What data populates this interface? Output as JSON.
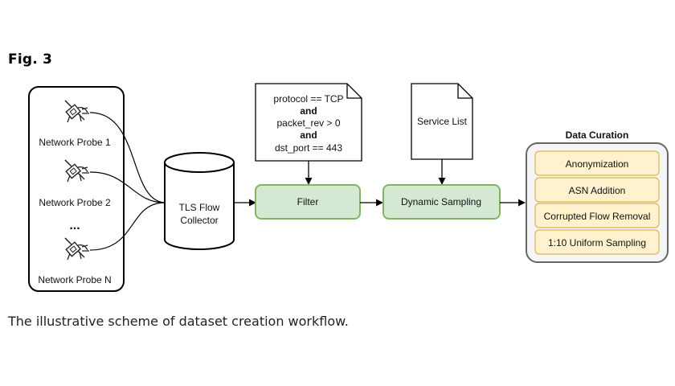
{
  "figure": {
    "label": "Fig. 3",
    "caption": "The illustrative scheme of dataset creation workflow."
  },
  "probes": {
    "items": [
      "Network Probe 1",
      "Network Probe 2",
      "Network Probe N"
    ],
    "ellipsis": "..."
  },
  "collector": {
    "line1": "TLS Flow",
    "line2": "Collector"
  },
  "filter_doc": {
    "lines": [
      {
        "text": "protocol == TCP",
        "bold": false
      },
      {
        "text": "and",
        "bold": true
      },
      {
        "text": "packet_rev > 0",
        "bold": false
      },
      {
        "text": "and",
        "bold": true
      },
      {
        "text": "dst_port == 443",
        "bold": false
      }
    ]
  },
  "filter": {
    "label": "Filter"
  },
  "service_doc": {
    "label": "Service List"
  },
  "sampling": {
    "label": "Dynamic Sampling"
  },
  "curation": {
    "title": "Data Curation",
    "steps": [
      "Anonymization",
      "ASN Addition",
      "Corrupted Flow Removal",
      "1:10 Uniform Sampling"
    ]
  },
  "colors": {
    "green_fill": "#d5e8d4",
    "green_stroke": "#82b366",
    "yellow_fill": "#fff2cc",
    "yellow_stroke": "#d6b656",
    "container_fill": "#f5f5f5",
    "container_stroke": "#666666"
  },
  "icons": {
    "probe": "satellite-probe-icon"
  }
}
